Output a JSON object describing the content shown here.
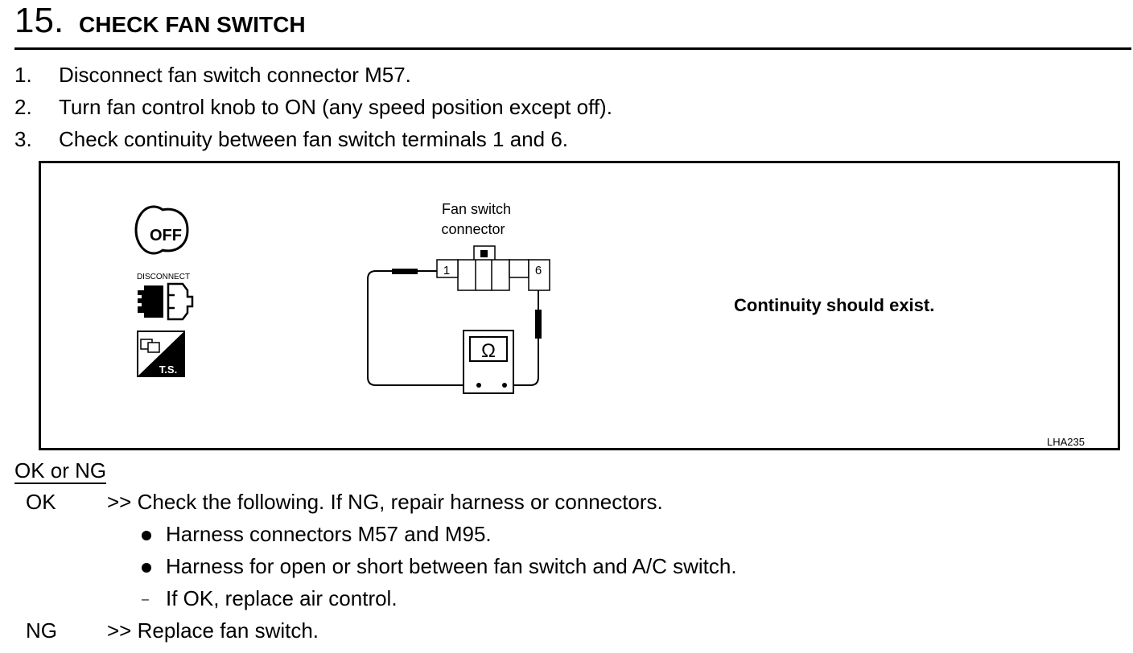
{
  "header": {
    "step_number": "15.",
    "title": "CHECK FAN SWITCH"
  },
  "instructions": [
    {
      "num": "1.",
      "text": "Disconnect fan switch connector M57."
    },
    {
      "num": "2.",
      "text": "Turn fan control knob to ON (any speed position except off)."
    },
    {
      "num": "3.",
      "text": "Check continuity between fan switch terminals 1 and 6."
    }
  ],
  "figure": {
    "icons": [
      "ignition-off-icon",
      "disconnect-icon",
      "ts-icon"
    ],
    "disconnect_label": "DISCONNECT",
    "ts_label": "T.S.",
    "off_label": "OFF",
    "connector_label_line1": "Fan switch",
    "connector_label_line2": "connector",
    "terminal_1": "1",
    "terminal_6": "6",
    "meter_symbol": "Ω",
    "result_text": "Continuity should exist.",
    "figure_code": "LHA235"
  },
  "results": {
    "heading": "OK or NG",
    "ok_label": "OK",
    "ok_text": ">> Check the following. If NG, repair harness or connectors.",
    "ok_items": [
      "Harness connectors M57 and M95.",
      "Harness for open or short between fan switch and A/C switch."
    ],
    "ok_note_marker": "–",
    "ok_note": "If OK, replace air control.",
    "ng_label": "NG",
    "ng_text": ">> Replace fan switch."
  }
}
